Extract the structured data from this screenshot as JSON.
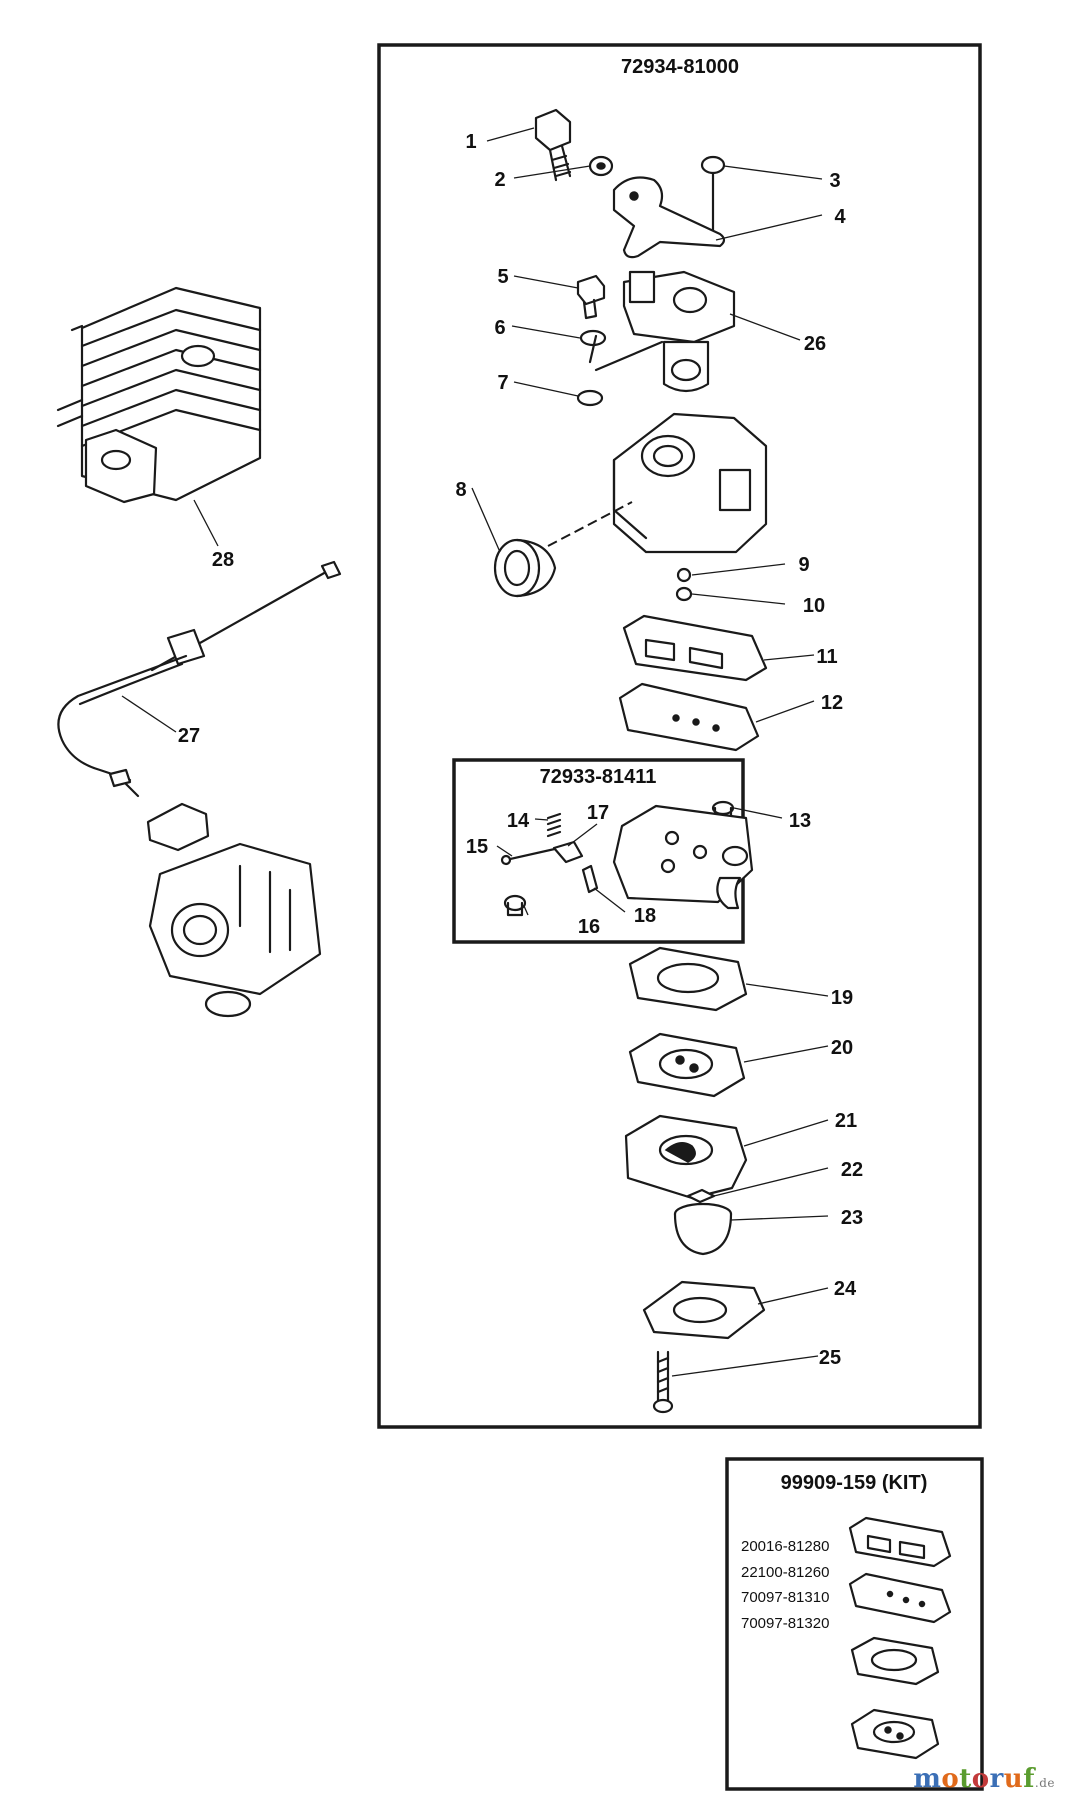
{
  "assemblies": {
    "carburetor": {
      "part_number": "72934-81000"
    },
    "pump_body": {
      "part_number": "72933-81411"
    },
    "kit": {
      "title": "99909-159 (KIT)",
      "parts": [
        "20016-81280",
        "22100-81260",
        "70097-81310",
        "70097-81320"
      ]
    }
  },
  "callouts": [
    "1",
    "2",
    "3",
    "4",
    "5",
    "6",
    "7",
    "8",
    "9",
    "10",
    "11",
    "12",
    "13",
    "14",
    "15",
    "16",
    "17",
    "18",
    "19",
    "20",
    "21",
    "22",
    "23",
    "24",
    "25",
    "26",
    "27",
    "28"
  ],
  "watermark": {
    "brand": "motoruf",
    "suffix": ".de",
    "colors": [
      "#3b6fb6",
      "#e06a1b",
      "#5a9c2e",
      "#c23b3b"
    ]
  }
}
